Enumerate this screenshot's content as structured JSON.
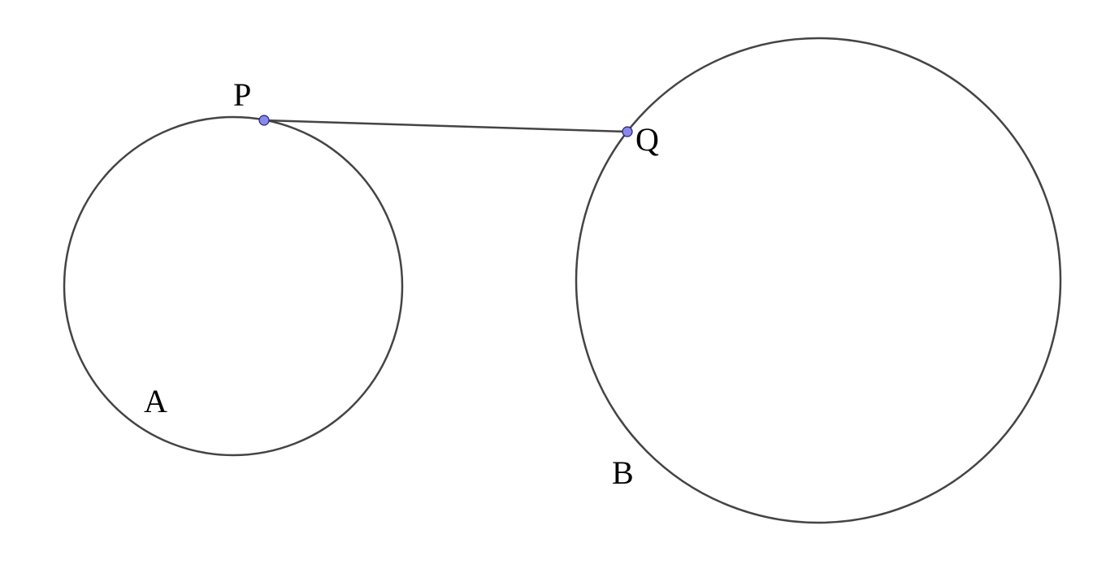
{
  "figure": {
    "circles": [
      {
        "id": "A",
        "label": "A"
      },
      {
        "id": "B",
        "label": "B"
      }
    ],
    "points": [
      {
        "id": "P",
        "label": "P",
        "on_circle": "A"
      },
      {
        "id": "Q",
        "label": "Q",
        "on_circle": "B"
      }
    ],
    "segments": [
      {
        "from": "P",
        "to": "Q"
      }
    ],
    "colors": {
      "stroke": "#444444",
      "point_fill": "#8888ee",
      "label": "#000000",
      "background": "#ffffff"
    }
  }
}
